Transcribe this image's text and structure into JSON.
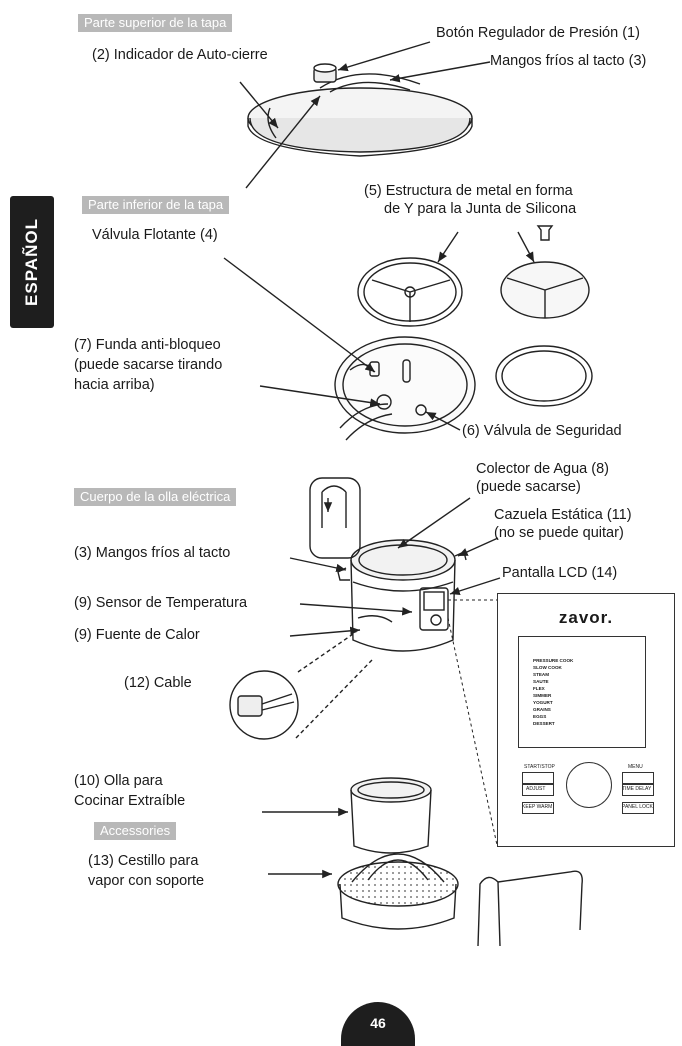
{
  "sections": {
    "lid_top": "Parte superior de la tapa",
    "lid_bottom": "Parte inferior de la tapa",
    "body": "Cuerpo de la olla eléctrica",
    "accessories": "Accessories"
  },
  "side_tab": "ESPAÑOL",
  "labels": {
    "pressure_button": "Botón Regulador de Presión (1)",
    "autolock_indicator": "(2) Indicador de Auto-cierre",
    "cool_handles": "Mangos fríos al tacto (3)",
    "y_frame_1": "(5) Estructura de  metal en forma",
    "y_frame_2": "de Y para la Junta de Silicona",
    "float_valve": "Válvula Flotante (4)",
    "antiblock_1": "(7) Funda anti-bloqueo",
    "antiblock_2": "(puede sacarse tirando",
    "antiblock_3": "hacia arriba)",
    "safety_valve": "(6) Válvula de Seguridad",
    "water_collector_1": "Colector de Agua (8)",
    "water_collector_2": "(puede sacarse)",
    "static_pot_1": "Cazuela Estática (11)",
    "static_pot_2": "(no se puede quitar)",
    "cool_handles_2": "(3) Mangos fríos al tacto",
    "lcd": "Pantalla LCD (14)",
    "temp_sensor": "(9) Sensor de Temperatura",
    "heat_source": "(9) Fuente de Calor",
    "cable": "(12) Cable",
    "inner_pot_1": "(10) Olla para",
    "inner_pot_2": "Cocinar Extraíble",
    "steamer_1": "(13) Cestillo para",
    "steamer_2": "vapor con soporte"
  },
  "panel": {
    "brand": "zavor.",
    "menu": [
      "PRESSURE COOK",
      "SLOW COOK",
      "STEAM",
      "SAUTE",
      "FLEX",
      "SIMMER",
      "YOGURT",
      "GRAINS",
      "EGGS",
      "DESSERT"
    ],
    "start_stop": "START/STOP",
    "menu_btn": "MENU",
    "adjust": "ADJUST",
    "time_delay": "TIME DELAY",
    "keep_warm": "KEEP WARM",
    "panel_lock": "PANEL LOCK"
  },
  "page_number": "46",
  "colors": {
    "header_bg": "#b8b8b8",
    "tab_bg": "#1e1e1e"
  }
}
